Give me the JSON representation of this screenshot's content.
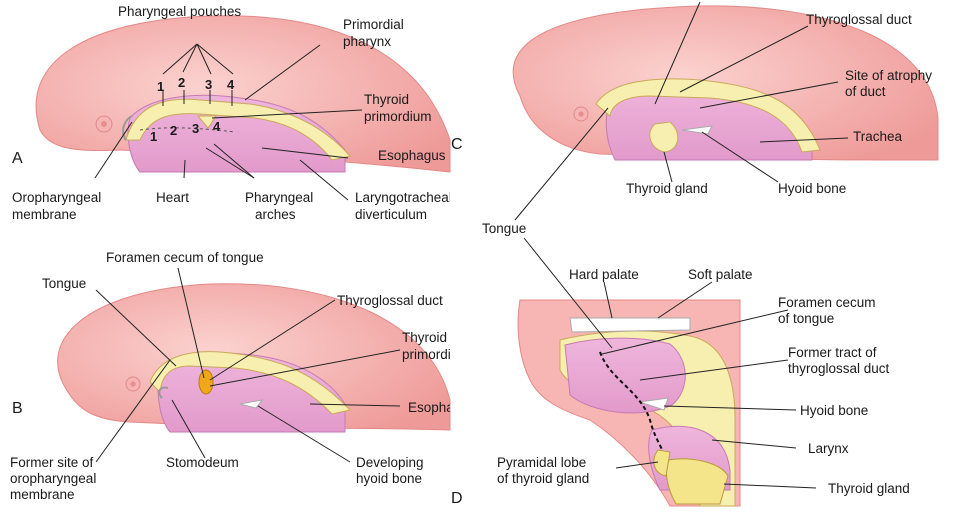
{
  "panels": {
    "a": "A",
    "b": "B",
    "c": "C",
    "d": "D"
  },
  "panel_a": {
    "pharyngeal_pouches": "Pharyngeal pouches",
    "pouch_numbers": [
      "1",
      "2",
      "3",
      "4"
    ],
    "arch_numbers": [
      "1",
      "2",
      "3",
      "4"
    ],
    "primordial_pharynx_1": "Primordial",
    "primordial_pharynx_2": "pharynx",
    "thyroid_primordium_1": "Thyroid",
    "thyroid_primordium_2": "primordium",
    "esophagus": "Esophagus",
    "laryngotracheal_1": "Laryngotracheal",
    "laryngotracheal_2": "diverticulum",
    "oropharyngeal_1": "Oropharyngeal",
    "oropharyngeal_2": "membrane",
    "heart": "Heart",
    "pharyngeal_arches_1": "Pharyngeal",
    "pharyngeal_arches_2": "arches"
  },
  "panel_b": {
    "foramen_cecum": "Foramen cecum of tongue",
    "tongue": "Tongue",
    "thyroglossal_duct": "Thyroglossal duct",
    "thyroid_primordium_1": "Thyroid",
    "thyroid_primordium_2": "primordium",
    "esophagus": "Esophagus",
    "former_site_1": "Former site of",
    "former_site_2": "oropharyngeal",
    "former_site_3": "membrane",
    "stomodeum": "Stomodeum",
    "developing_hyoid_1": "Developing",
    "developing_hyoid_2": "hyoid bone"
  },
  "panel_c": {
    "thyroglossal_duct": "Thyroglossal duct",
    "site_atrophy_1": "Site of atrophy",
    "site_atrophy_2": "of duct",
    "trachea": "Trachea",
    "thyroid_gland": "Thyroid gland",
    "hyoid_bone": "Hyoid bone"
  },
  "panel_d": {
    "tongue": "Tongue",
    "hard_palate": "Hard palate",
    "soft_palate": "Soft palate",
    "foramen_cecum_1": "Foramen cecum",
    "foramen_cecum_2": "of tongue",
    "former_tract_1": "Former tract of",
    "former_tract_2": "thyroglossal duct",
    "hyoid_bone": "Hyoid bone",
    "larynx": "Larynx",
    "pyramidal_lobe_1": "Pyramidal lobe",
    "pyramidal_lobe_2": "of thyroid gland",
    "thyroid_gland": "Thyroid gland"
  },
  "colors": {
    "embryo_pink": "#f2a6a6",
    "tissue_magenta": "#e8a6d6",
    "endoderm_yellow": "#f7efb0",
    "thyroid_orange": "#f0a818"
  }
}
